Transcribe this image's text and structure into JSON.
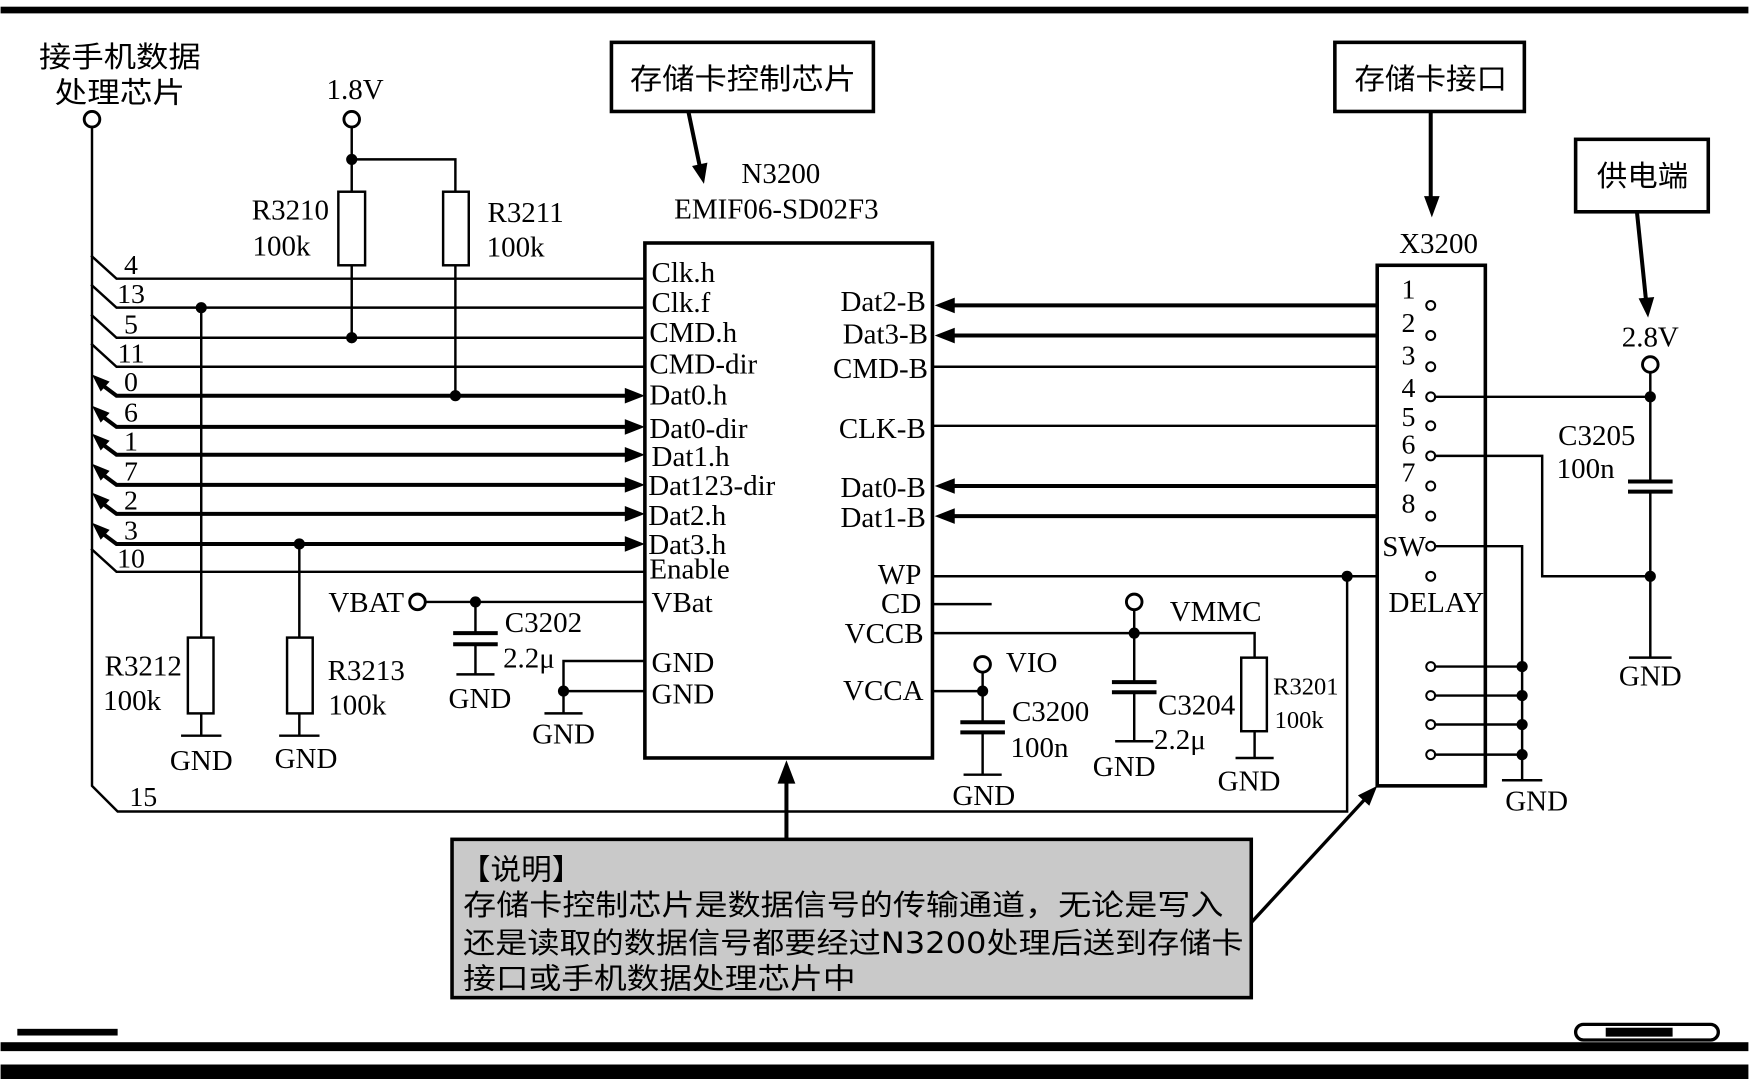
{
  "source_block": {
    "line1": "接手机数据",
    "line2": "处理芯片"
  },
  "nets": {
    "v1_8": "1.8V",
    "v2_8": "2.8V",
    "vbat": "VBAT",
    "vio": "VIO",
    "vmmc": "VMMC",
    "gnd": "GND"
  },
  "callouts": {
    "controller": "存储卡控制芯片",
    "interface": "存储卡接口",
    "power": "供电端"
  },
  "chip": {
    "ref": "N3200",
    "part": "EMIF06-SD02F3",
    "left_pins": [
      "Clk.h",
      "Clk.f",
      "CMD.h",
      "CMD-dir",
      "Dat0.h",
      "Dat0-dir",
      "Dat1.h",
      "Dat123-dir",
      "Dat2.h",
      "Dat3.h",
      "Enable",
      "VBat",
      "GND",
      "GND"
    ],
    "right_pins": [
      "Dat2-B",
      "Dat3-B",
      "CMD-B",
      "CLK-B",
      "Dat0-B",
      "Dat1-B",
      "WP",
      "CD",
      "VCCB",
      "VCCA"
    ]
  },
  "bus_pins": [
    "4",
    "13",
    "5",
    "11",
    "0",
    "6",
    "1",
    "7",
    "2",
    "3",
    "10",
    "15"
  ],
  "components": {
    "r3210": {
      "ref": "R3210",
      "value": "100k"
    },
    "r3211": {
      "ref": "R3211",
      "value": "100k"
    },
    "r3212": {
      "ref": "R3212",
      "value": "100k"
    },
    "r3213": {
      "ref": "R3213",
      "value": "100k"
    },
    "r3201": {
      "ref": "R3201",
      "value": "100k"
    },
    "c3202": {
      "ref": "C3202",
      "value": "2.2μ"
    },
    "c3200": {
      "ref": "C3200",
      "value": "100n"
    },
    "c3204": {
      "ref": "C3204",
      "value": "2.2μ"
    },
    "c3205": {
      "ref": "C3205",
      "value": "100n"
    }
  },
  "connector": {
    "ref": "X3200",
    "pins": [
      "1",
      "2",
      "3",
      "4",
      "5",
      "6",
      "7",
      "8"
    ],
    "sw": "SW",
    "delay": "DELAY"
  },
  "note": {
    "heading": "【说明】",
    "lines": [
      "存储卡控制芯片是数据信号的传输通道，无论是写入",
      "还是读取的数据信号都要经过N3200处理后送到存储卡",
      "接口或手机数据处理芯片中"
    ]
  }
}
